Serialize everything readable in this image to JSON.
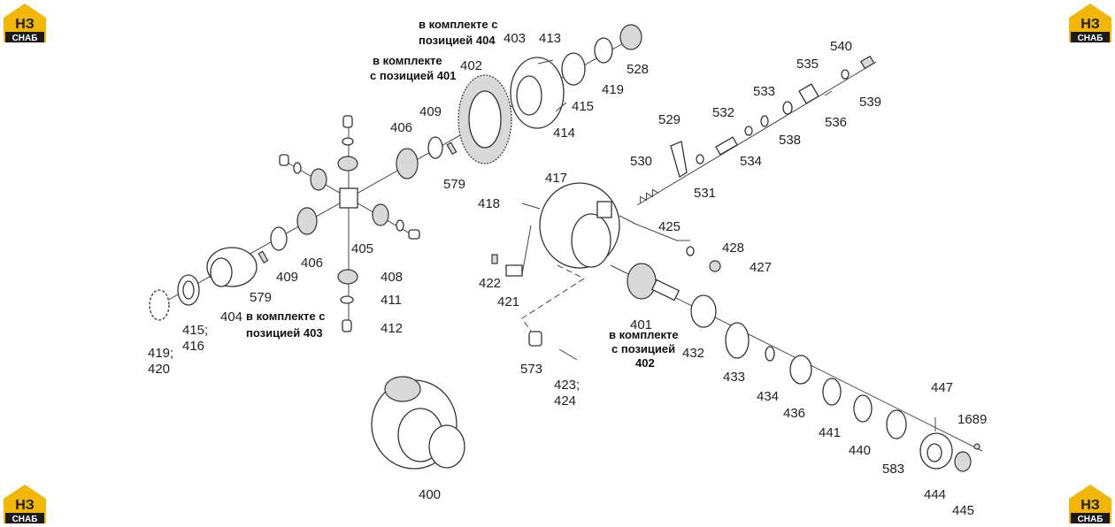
{
  "logo": {
    "mark": "НЗ",
    "word": "СНАБ",
    "color": "#f2b705",
    "dark": "#1a1a1a"
  },
  "labels": {
    "l400": "400",
    "l401": "401",
    "l402": "402",
    "l403": "403",
    "l404": "404",
    "l405": "405",
    "l406a": "406",
    "l406b": "406",
    "l408": "408",
    "l409a": "409",
    "l409b": "409",
    "l411": "411",
    "l412": "412",
    "l413": "413",
    "l414": "414",
    "l415a": "415",
    "l415b": "415;",
    "l416": "416",
    "l417": "417",
    "l418": "418",
    "l419a": "419",
    "l419b": "419;",
    "l420": "420",
    "l421": "421",
    "l422": "422",
    "l423": "423;",
    "l424": "424",
    "l425": "425",
    "l427": "427",
    "l428": "428",
    "l432": "432",
    "l433": "433",
    "l434": "434",
    "l436": "436",
    "l440": "440",
    "l441": "441",
    "l444": "444",
    "l445": "445",
    "l447": "447",
    "l528": "528",
    "l529": "529",
    "l530": "530",
    "l531": "531",
    "l532": "532",
    "l533": "533",
    "l534": "534",
    "l535": "535",
    "l536": "536",
    "l538": "538",
    "l539": "539",
    "l540": "540",
    "l573": "573",
    "l579a": "579",
    "l579b": "579",
    "l583": "583",
    "l1689": "1689"
  },
  "notes": {
    "n404_1": "в комплекте с",
    "n404_2": "позицией 404",
    "n401_1": "в комплекте",
    "n401_2": "с позицией 401",
    "n403_1": "в комплекте с",
    "n403_2": "позицией 403",
    "n402_1": "в комплекте",
    "n402_2": "с позицией",
    "n402_3": "402"
  }
}
